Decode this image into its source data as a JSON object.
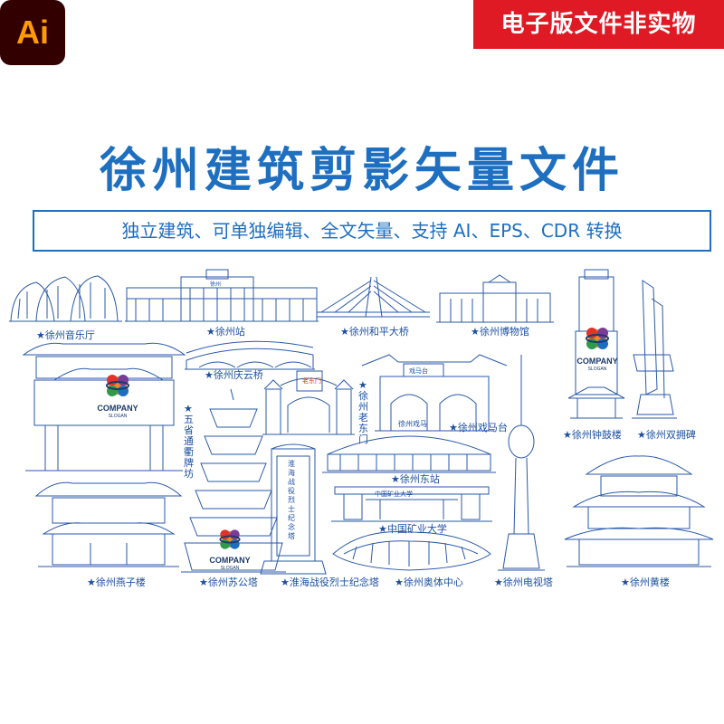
{
  "header": {
    "app_logo": "Ai",
    "badge": "电子版文件非实物"
  },
  "poster": {
    "title": "徐州建筑剪影矢量文件",
    "subtitle": "独立建筑、可单独编辑、全文矢量、支持 AI、EPS、CDR 转换",
    "labels": {
      "yinyueting": "★徐州音乐厅",
      "zhan": "★徐州站",
      "hepingdaqiao": "★徐州和平大桥",
      "bowuguan": "★徐州博物馆",
      "qingyunqiao": "★徐州庆云桥",
      "laodongmen": "★徐州老东门",
      "ximatai": "★徐州戏马台",
      "zhongguloudi": "★徐州钟鼓楼",
      "shuangyongbei": "★徐州双拥碑",
      "paifang": "★五省通衢牌坊",
      "dongzhan": "★徐州东站",
      "kuangda": "★中国矿业大学",
      "yanzilou": "★徐州燕子楼",
      "sugongta": "★徐州苏公塔",
      "jinianta": "★淮海战役烈士纪念塔",
      "aotizhongxin": "★徐州奥体中心",
      "dianshita": "★徐州电视塔",
      "huanglou": "★徐州黄楼"
    },
    "signs": {
      "laodongmen": "老东门",
      "ximatai_plaque": "戏马台",
      "ximatai_wall": "徐州戏马",
      "kuangda_gate": "中国矿业大学",
      "jinianta_inscription": "淮海战役烈士纪念塔",
      "zhan_sign": "徐州"
    },
    "logo": {
      "word": "COMPANY",
      "slogan": "SLOGAN"
    }
  },
  "colors": {
    "title_blue": "#1e6fc0",
    "line_blue": "#2a5aa8",
    "badge_red": "#e01a24",
    "ai_bg": "#330000",
    "ai_orange": "#ff9a00"
  },
  "icons": [
    "star-icon",
    "company-logo-icon"
  ]
}
